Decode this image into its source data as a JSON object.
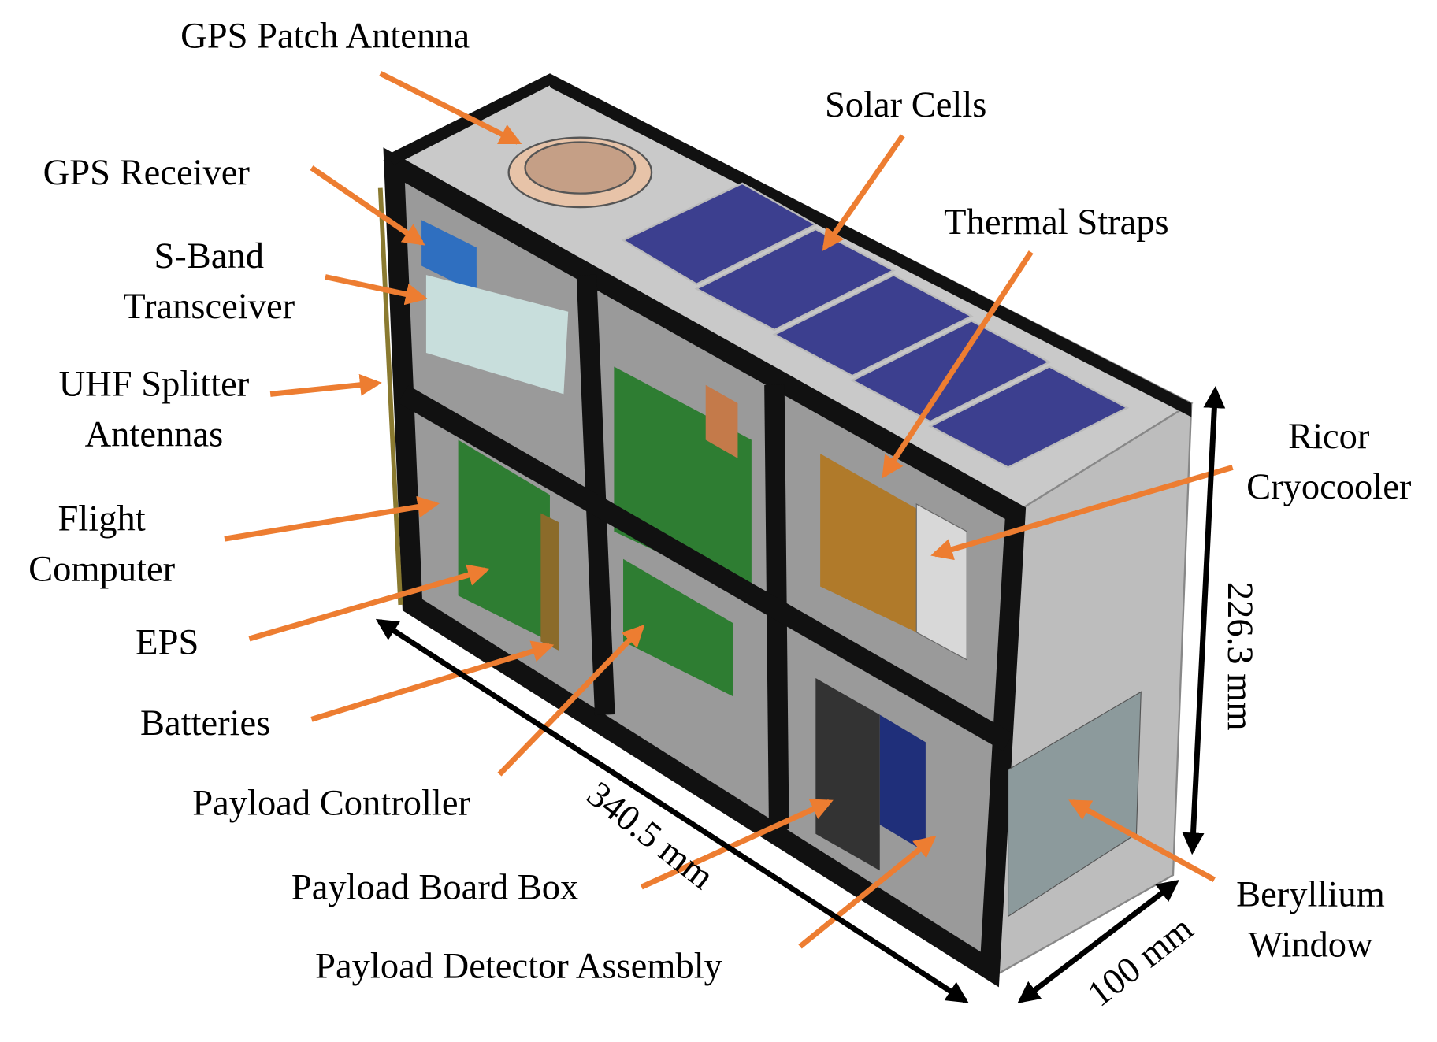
{
  "labels": {
    "gps_patch_antenna": "GPS Patch Antenna",
    "solar_cells": "Solar Cells",
    "gps_receiver": "GPS Receiver",
    "thermal_straps": "Thermal Straps",
    "s_band_line1": "S-Band",
    "s_band_line2": "Transceiver",
    "uhf_line1": "UHF Splitter",
    "uhf_line2": "Antennas",
    "ricor_line1": "Ricor",
    "ricor_line2": "Cryocooler",
    "flight_line1": "Flight",
    "flight_line2": "Computer",
    "eps": "EPS",
    "batteries": "Batteries",
    "payload_controller": "Payload Controller",
    "payload_board_box": "Payload Board Box",
    "payload_detector_assembly": "Payload Detector Assembly",
    "beryllium_line1": "Beryllium",
    "beryllium_line2": "Window"
  },
  "dimensions": {
    "length": "340.5 mm",
    "height": "226.3 mm",
    "width": "100 mm"
  },
  "colors": {
    "arrow": "#ED7D31",
    "frame": "#111111",
    "panel": "#BFBFBF",
    "solar": "#3C3F8F",
    "pcb": "#2E7D32",
    "strap": "#B07A2A"
  }
}
